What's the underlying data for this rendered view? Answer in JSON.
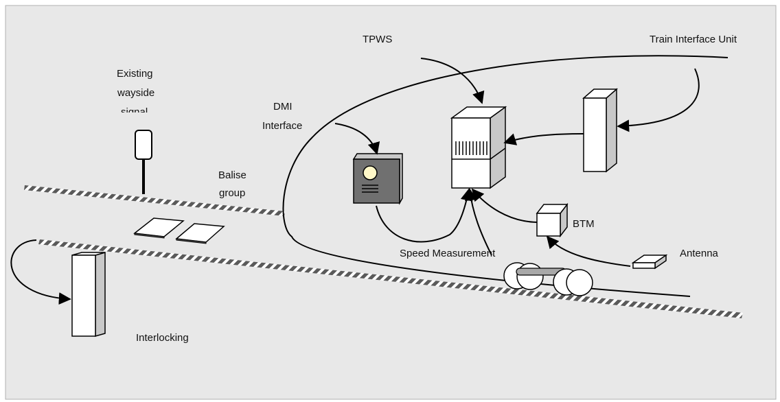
{
  "labels": {
    "tpws": "TPWS",
    "train_interface_unit": "Train Interface Unit",
    "existing_wayside_signal_line1": "Existing",
    "existing_wayside_signal_line2": "wayside",
    "existing_wayside_signal_line3": "signal",
    "dmi_interface_line1": "DMI",
    "dmi_interface_line2": "Interface",
    "balise_group_line1": "Balise",
    "balise_group_line2": "group",
    "btm": "BTM",
    "speed_measurement": "Speed Measurement",
    "antenna": "Antenna",
    "interlocking": "Interlocking"
  },
  "colors": {
    "background": "#e8e8e8",
    "panel_border": "#b0b0b0",
    "box_face": "#ffffff",
    "box_side": "#c8c8c8",
    "dmi_face": "#707070",
    "dmi_lamp": "#fff8c8",
    "rail": "#5a5a5a",
    "axle": "#a8a8a8"
  }
}
